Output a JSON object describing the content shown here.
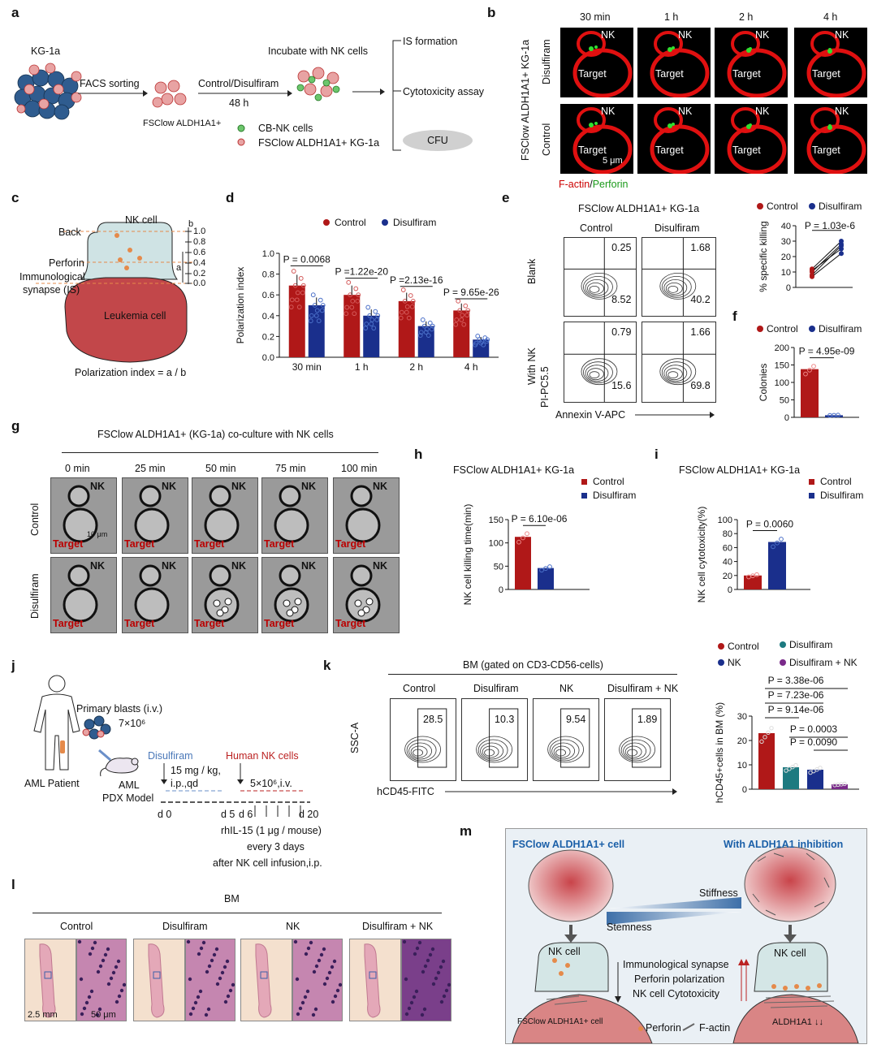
{
  "panel_labels": {
    "a": "a",
    "b": "b",
    "c": "c",
    "d": "d",
    "e": "e",
    "f": "f",
    "g": "g",
    "h": "h",
    "i": "i",
    "j": "j",
    "k": "k",
    "l": "l",
    "m": "m"
  },
  "a": {
    "kg1a": "KG-1a",
    "facs": "FACS sorting",
    "incubate": "Incubate with NK cells",
    "treat": "Control/Disulfiram",
    "time": "48 h",
    "pop": "FSClow ALDH1A1+",
    "is": "IS formation",
    "cyto": "Cytotoxicity assay",
    "cfu": "CFU",
    "legend_nk": "CB-NK cells",
    "legend_target": "FSClow ALDH1A1+ KG-1a"
  },
  "b": {
    "times": [
      "30 min",
      "1 h",
      "2 h",
      "4 h"
    ],
    "rows": [
      "Disulfiram",
      "Control"
    ],
    "side": "FSClow ALDH1A1+ KG-1a",
    "nk": "NK",
    "target": "Target",
    "scale": "5 μm",
    "stain_factin": "F-actin",
    "stain_sep": "/",
    "stain_perforin": "Perforin"
  },
  "c": {
    "nk": "NK cell",
    "back": "Back",
    "perforin": "Perforin",
    "is1": "Immunological",
    "is2": "synapse (IS)",
    "leuk": "Leukemia cell",
    "formula": "Polarization index  =  a / b",
    "a": "a",
    "b": "b",
    "ticks": [
      "1.0",
      "0.8",
      "0.6",
      "0.4",
      "0.2",
      "0.0"
    ]
  },
  "chart_data": [
    {
      "id": "d",
      "type": "bar",
      "ylabel": "Polarization index",
      "ylim": [
        0,
        1.0
      ],
      "categories": [
        "30 min",
        "1 h",
        "2 h",
        "4 h"
      ],
      "series": [
        {
          "name": "Control",
          "values": [
            0.69,
            0.6,
            0.54,
            0.45
          ]
        },
        {
          "name": "Disulfiram",
          "values": [
            0.5,
            0.4,
            0.3,
            0.17
          ]
        }
      ],
      "annotations": [
        "P = 0.0068",
        "P =1.22e-20",
        "P =2.13e-16",
        "P = 9.65e-26"
      ],
      "yticks": [
        "0.0",
        "0.2",
        "0.4",
        "0.6",
        "0.8",
        "1.0"
      ]
    },
    {
      "id": "e_right",
      "type": "line",
      "ylabel": "% specific killing",
      "ylim": [
        0,
        40
      ],
      "series": [
        {
          "name": "Control",
          "values": [
            12,
            10,
            8,
            7,
            11
          ]
        },
        {
          "name": "Disulfiram",
          "values": [
            30,
            28,
            27,
            22,
            25
          ]
        }
      ],
      "annotation": "P = 1.03e-6",
      "yticks": [
        "0",
        "10",
        "20",
        "30",
        "40"
      ]
    },
    {
      "id": "f",
      "type": "bar",
      "ylabel": "Colonies",
      "ylim": [
        0,
        200
      ],
      "categories": [
        "Control",
        "Disulfiram"
      ],
      "values": [
        138,
        6
      ],
      "annotation": "P = 4.95e-09",
      "yticks": [
        "0",
        "50",
        "100",
        "150",
        "200"
      ]
    },
    {
      "id": "h",
      "type": "bar",
      "ylabel": "NK cell killing time(min)",
      "ylim": [
        0,
        150
      ],
      "categories": [
        "Control",
        "Disulfiram"
      ],
      "values": [
        113,
        46
      ],
      "annotation": "P = 6.10e-06",
      "yticks": [
        "0",
        "50",
        "100",
        "150"
      ]
    },
    {
      "id": "i",
      "type": "bar",
      "ylabel": "NK cell cytotoxicity(%)",
      "ylim": [
        0,
        100
      ],
      "categories": [
        "Control",
        "Disulfiram"
      ],
      "values": [
        20,
        68
      ],
      "annotation": "P = 0.0060",
      "yticks": [
        "0",
        "20",
        "40",
        "60",
        "80",
        "100"
      ]
    },
    {
      "id": "k_right",
      "type": "bar",
      "ylabel": "hCD45+cells in BM (%)",
      "ylim": [
        0,
        30
      ],
      "categories": [
        "Control",
        "Disulfiram",
        "NK",
        "Disulfiram + NK"
      ],
      "values": [
        23,
        9,
        8,
        2
      ],
      "annotations": [
        "P = 3.38e-06",
        "P = 7.23e-06",
        "P = 9.14e-06",
        "P = 0.0003",
        "P = 0.0090"
      ],
      "yticks": [
        "0",
        "10",
        "20",
        "30"
      ]
    }
  ],
  "d": {
    "legend": [
      "Control",
      "Disulfiram"
    ]
  },
  "e": {
    "title": "FSClow ALDH1A1+ KG-1a",
    "cols": [
      "Control",
      "Disulfiram"
    ],
    "rows": [
      "Blank",
      "With NK"
    ],
    "quads": [
      [
        "0.25",
        "8.52"
      ],
      [
        "1.68",
        "40.2"
      ],
      [
        "0.79",
        "15.6"
      ],
      [
        "1.66",
        "69.8"
      ]
    ],
    "xlab": "Annexin V-APC",
    "ylab": "PI-PC5.5",
    "legend": [
      "Control",
      "Disulfiram"
    ]
  },
  "f": {
    "legend": [
      "Control",
      "Disulfiram"
    ]
  },
  "g": {
    "title": "FSClow ALDH1A1+ (KG-1a) co-culture with NK cells",
    "times": [
      "0 min",
      "25 min",
      "50 min",
      "75 min",
      "100 min"
    ],
    "rows": [
      "Control",
      "Disulfiram"
    ],
    "nk": "NK",
    "target": "Target",
    "scale": "10 μm"
  },
  "h": {
    "title": "FSClow ALDH1A1+ KG-1a",
    "legend": [
      "Control",
      "Disulfiram"
    ]
  },
  "i": {
    "title": "FSClow ALDH1A1+ KG-1a",
    "legend": [
      "Control",
      "Disulfiram"
    ]
  },
  "j": {
    "blasts": "Primary blasts (i.v.)",
    "dose": "7×10⁶",
    "patient": "AML Patient",
    "pdx1": "AML",
    "pdx2": "PDX Model",
    "dis": "Disulfiram",
    "dis_dose1": "15 mg / kg,",
    "dis_dose2": "i.p.,qd",
    "nkcells": "Human NK cells",
    "nk_dose": "5×10⁶,i.v.",
    "d0": "d 0",
    "d5": "d 5",
    "d6": "d 6",
    "d20": "d 20",
    "il1": "rhIL-15 (1 μg / mouse)",
    "il2": "every 3 days",
    "il3": "after NK cell infusion,i.p."
  },
  "k": {
    "title": "BM (gated on CD3-CD56-cells)",
    "groups": [
      "Control",
      "Disulfiram",
      "NK",
      "Disulfiram + NK"
    ],
    "vals": [
      "28.5",
      "10.3",
      "9.54",
      "1.89"
    ],
    "ylab": "SSC-A",
    "xlab": "hCD45-FITC",
    "legend": [
      "Control",
      "Disulfiram",
      "NK",
      "Disulfiram + NK"
    ]
  },
  "l": {
    "title": "BM",
    "groups": [
      "Control",
      "Disulfiram",
      "NK",
      "Disulfiram + NK"
    ],
    "scale1": "2.5 mm",
    "scale2": "50 μm"
  },
  "m": {
    "left": "FSClow ALDH1A1+ cell",
    "right": "With ALDH1A1 inhibition",
    "stiff": "Stiffness",
    "stem": "Stemness",
    "nk": "NK cell",
    "is": "Immunological synapse",
    "perf": "Perforin polarization",
    "cyto": "NK cell Cytotoxicity",
    "cellL": "FSClow ALDH1A1+ cell",
    "cellR": "ALDH1A1 ↓↓",
    "leg_perf": "Perforin",
    "leg_f": "F-actin"
  }
}
